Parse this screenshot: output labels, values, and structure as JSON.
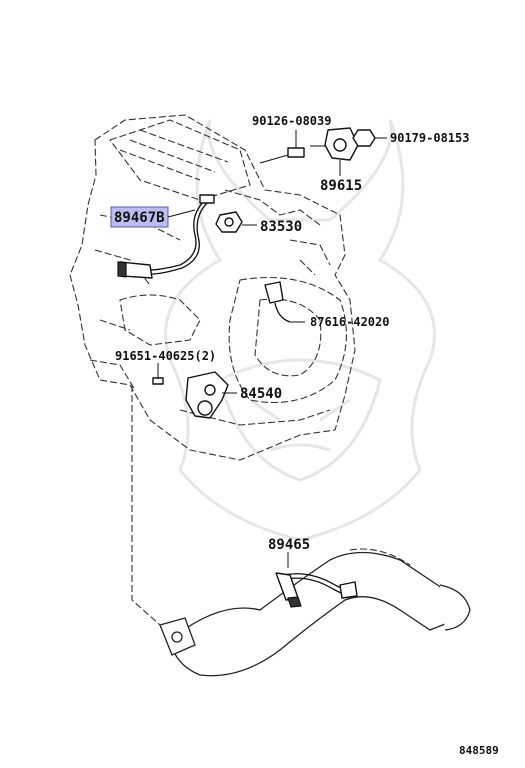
{
  "parts": {
    "p90126": "90126-08039",
    "p90179": "90179-08153",
    "p89615": "89615",
    "p89467b": "89467B",
    "p83530": "83530",
    "p87616": "87616-42020",
    "p91651": "91651-40625(2)",
    "p84540": "84540",
    "p89465": "89465"
  },
  "highlighted_part": "89467B",
  "highlight_color": "#b9bdf0",
  "diagram_id": "848589"
}
